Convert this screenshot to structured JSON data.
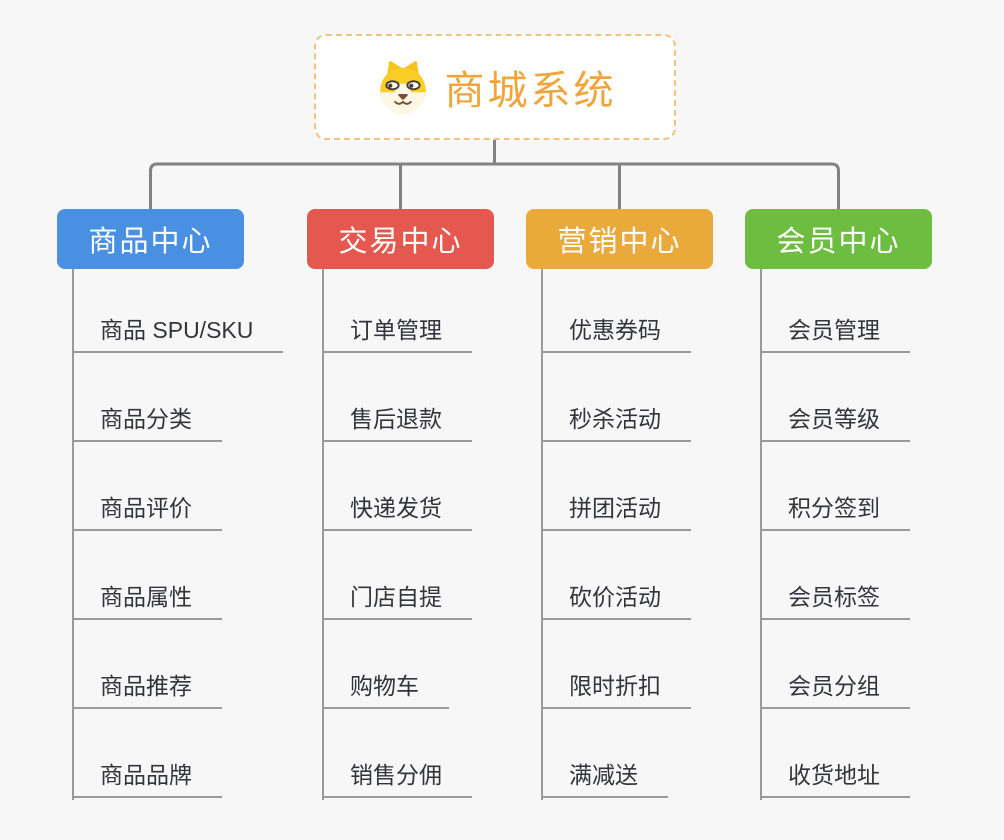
{
  "root": {
    "title": "商城系统",
    "icon": "dog-face-icon"
  },
  "colors": {
    "background": "#f7f7f7",
    "root_border": "#f3c27e",
    "root_text": "#efa53c",
    "connector": "#828282",
    "spine": "#9a9a9a",
    "leaf_text": "#33353a",
    "branch_text": "#ffffff"
  },
  "branches": [
    {
      "label": "商品中心",
      "color": "#4a90e2",
      "children": [
        "商品 SPU/SKU",
        "商品分类",
        "商品评价",
        "商品属性",
        "商品推荐",
        "商品品牌"
      ]
    },
    {
      "label": "交易中心",
      "color": "#e5584f",
      "children": [
        "订单管理",
        "售后退款",
        "快递发货",
        "门店自提",
        "购物车",
        "销售分佣"
      ]
    },
    {
      "label": "营销中心",
      "color": "#eaa93b",
      "children": [
        "优惠券码",
        "秒杀活动",
        "拼团活动",
        "砍价活动",
        "限时折扣",
        "满减送"
      ]
    },
    {
      "label": "会员中心",
      "color": "#6dbd41",
      "children": [
        "会员管理",
        "会员等级",
        "积分签到",
        "会员标签",
        "会员分组",
        "收货地址"
      ]
    }
  ]
}
